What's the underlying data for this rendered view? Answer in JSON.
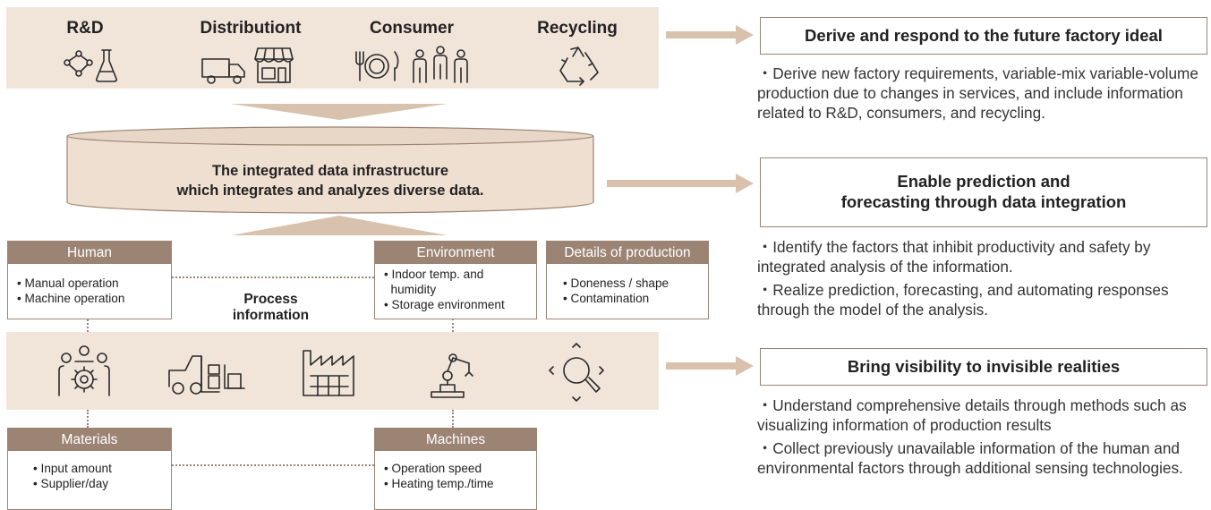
{
  "top_band": {
    "labels": [
      "R&D",
      "Distributiont",
      "Consumer",
      "Recycling"
    ],
    "icons": [
      "molecule-icon",
      "flask-icon",
      "truck-icon",
      "store-icon",
      "fork-plate-knife-icon",
      "people-group-icon",
      "recycle-icon"
    ]
  },
  "cylinder": {
    "line1": "The integrated data infrastructure",
    "line2": "which integrates and analyzes diverse data."
  },
  "process": {
    "label_line1": "Process",
    "label_line2": "information",
    "icons": [
      "worker-gear-icon",
      "forklift-icon",
      "factory-icon",
      "robot-arm-icon",
      "magnifier-icon"
    ]
  },
  "boxes": {
    "human": {
      "title": "Human",
      "items": [
        "• Manual operation",
        "• Machine operation"
      ]
    },
    "environment": {
      "title": "Environment",
      "items": [
        "• Indoor temp. and",
        "  humidity",
        "• Storage environment"
      ]
    },
    "details": {
      "title": "Details of production",
      "items": [
        "• Doneness / shape",
        "• Contamination"
      ]
    },
    "materials": {
      "title": "Materials",
      "items": [
        "• Input amount",
        "• Supplier/day"
      ]
    },
    "machines": {
      "title": "Machines",
      "items": [
        "• Operation speed",
        "• Heating temp./time"
      ]
    }
  },
  "right": {
    "box1": "Derive and respond to the future factory ideal",
    "text1": [
      "・Derive new factory requirements, variable-mix variable-volume production due to changes in services, and include information related to R&D, consumers, and recycling."
    ],
    "box2_line1": "Enable prediction and",
    "box2_line2": "forecasting through data integration",
    "text2": [
      "・Identify the factors that inhibit productivity and safety by integrated analysis of the information.",
      "・Realize prediction, forecasting, and automating responses through the model of the analysis."
    ],
    "box3": "Bring visibility to invisible realities",
    "text3": [
      "・Understand comprehensive details through methods such as visualizing information of production results",
      "・Collect previously unavailable information of the human and environmental factors through additional sensing technologies."
    ]
  },
  "colors": {
    "band": "#f1e5da",
    "box_border": "#9c8474",
    "arrow": "#d9c2ad",
    "cylinder": "#eedfd1"
  }
}
